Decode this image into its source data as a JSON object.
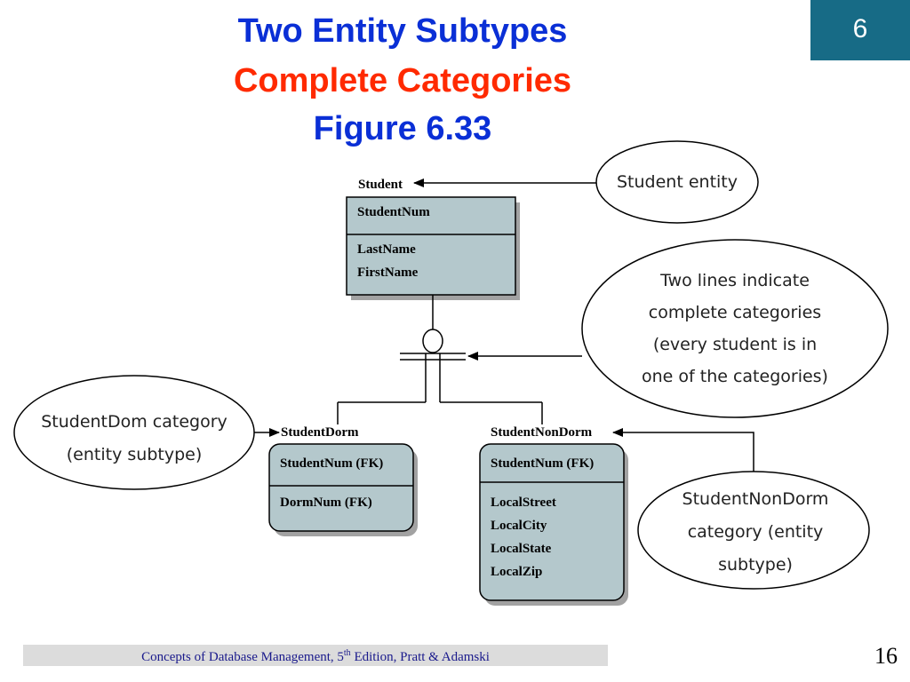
{
  "slide": {
    "title_line1": "Two Entity Subtypes",
    "title_line2": "Complete Categories",
    "title_line3": "Figure 6.33",
    "chapter_badge": "6",
    "page_number": "16",
    "footer_pre": "Concepts of Database Management, 5",
    "footer_sup": "th",
    "footer_post": " Edition, Pratt & Adamski",
    "colors": {
      "title_blue": "#0a2fd6",
      "title_red": "#ff2a00",
      "badge": "#176b86",
      "entity_fill": "#b4c8cc"
    }
  },
  "diagram": {
    "student": {
      "name": "Student",
      "key": "StudentNum",
      "attributes": [
        "LastName",
        "FirstName"
      ]
    },
    "student_dorm": {
      "name": "StudentDorm",
      "key": "StudentNum (FK)",
      "attributes": [
        "DormNum (FK)"
      ]
    },
    "student_nondorm": {
      "name": "StudentNonDorm",
      "key": "StudentNum (FK)",
      "attributes": [
        "LocalStreet",
        "LocalCity",
        "LocalState",
        "LocalZip"
      ]
    },
    "callouts": {
      "student_entity": [
        "Student entity"
      ],
      "two_lines": [
        "Two lines indicate",
        "complete categories",
        "(every student is in",
        "one of the categories)"
      ],
      "dorm_category": [
        "StudentDom category",
        "(entity subtype)"
      ],
      "nondorm_category": [
        "StudentNonDorm",
        "category (entity",
        "subtype)"
      ]
    }
  }
}
